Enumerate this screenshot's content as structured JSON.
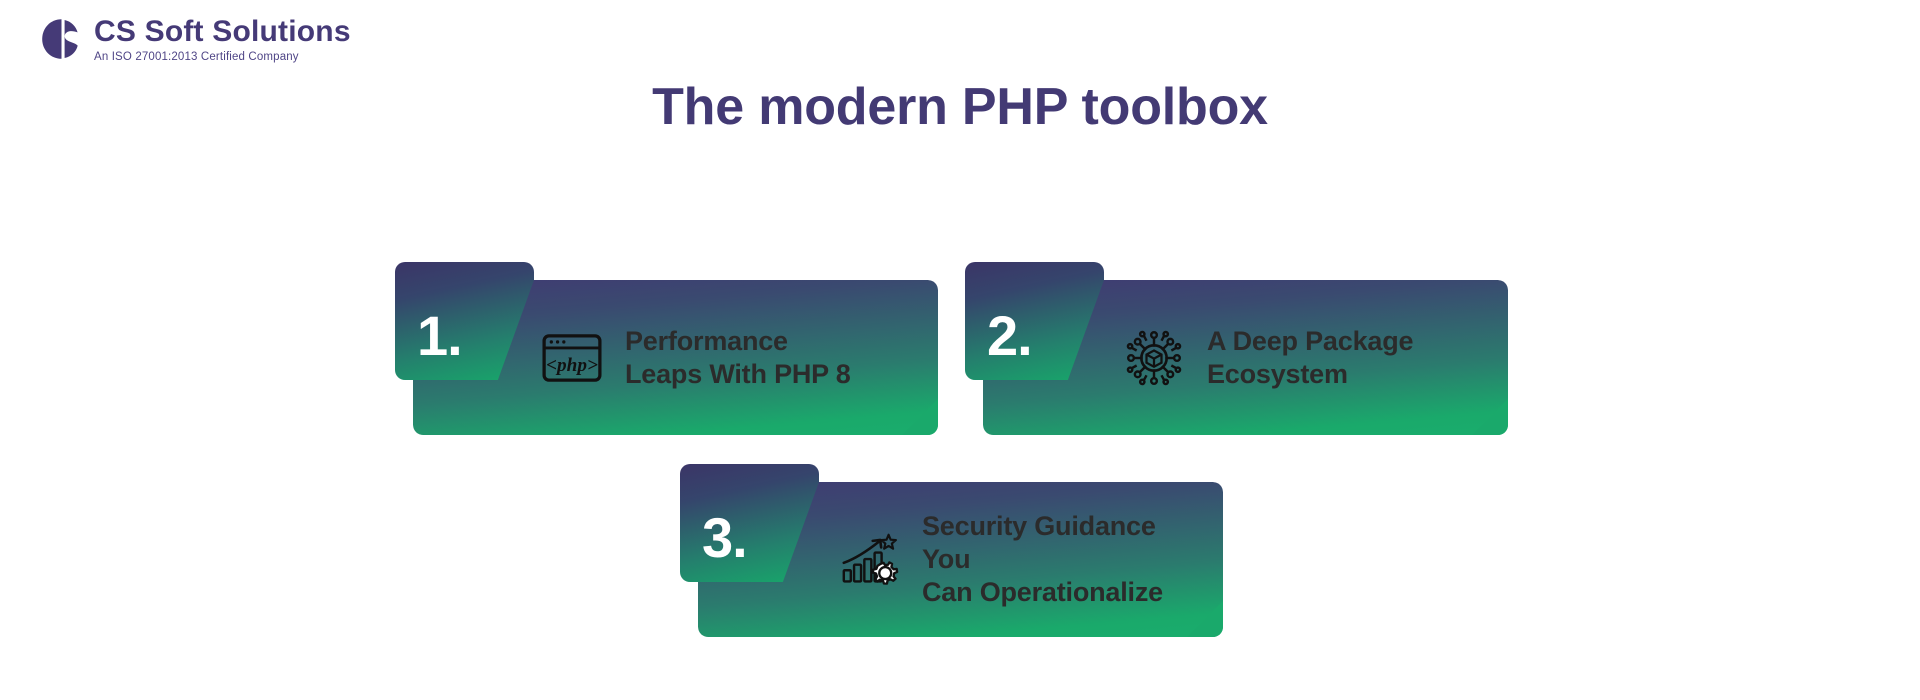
{
  "brand": {
    "logo_icon": "cs-monogram-icon",
    "name": "CS Soft Solutions",
    "tagline": "An ISO 27001:2013 Certified Company",
    "color": "#453a77"
  },
  "heading": {
    "title": "The modern PHP toolbox",
    "color": "#433a74"
  },
  "theme": {
    "gradient_start": "#3b3567",
    "gradient_end": "#17a86a",
    "text_color": "#2b2b2b",
    "background": "#ffffff"
  },
  "cards": [
    {
      "number": "1.",
      "icon": "php-browser-window-icon",
      "label_line1": "Performance",
      "label_line2": "Leaps With PHP 8"
    },
    {
      "number": "2.",
      "icon": "package-ecosystem-cube-icon",
      "label_line1": "A Deep Package",
      "label_line2": "Ecosystem"
    },
    {
      "number": "3.",
      "icon": "security-growth-gear-icon",
      "label_line1": "Security Guidance You",
      "label_line2": "Can Operationalize"
    }
  ]
}
